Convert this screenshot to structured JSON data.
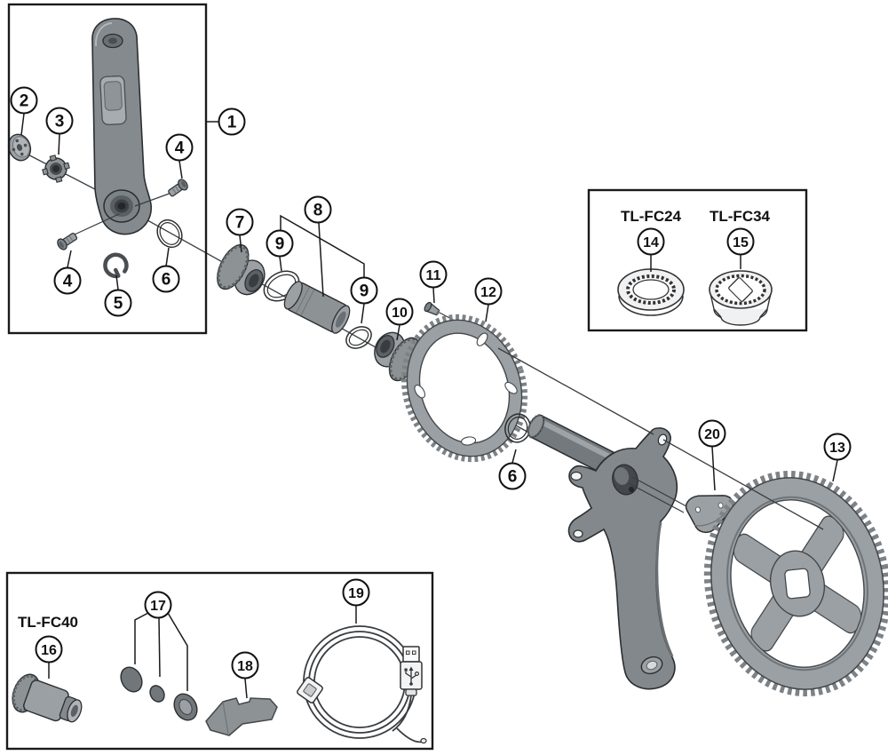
{
  "callouts": {
    "c1": "1",
    "c2": "2",
    "c3": "3",
    "c4a": "4",
    "c4b": "4",
    "c5": "5",
    "c6a": "6",
    "c6b": "6",
    "c7": "7",
    "c8": "8",
    "c9a": "9",
    "c9b": "9",
    "c10": "10",
    "c11": "11",
    "c12": "12",
    "c13": "13",
    "c14": "14",
    "c15": "15",
    "c16": "16",
    "c17": "17",
    "c18": "18",
    "c19": "19",
    "c20": "20"
  },
  "tool_labels": {
    "fc24": "TL-FC24",
    "fc34": "TL-FC34",
    "fc40": "TL-FC40"
  },
  "colors": {
    "line": "#1a1a1a",
    "outline": "#2b2e30",
    "part_gray": "#9aa0a4",
    "part_mid": "#83888c",
    "part_dark": "#6f7478",
    "background": "#ffffff"
  }
}
